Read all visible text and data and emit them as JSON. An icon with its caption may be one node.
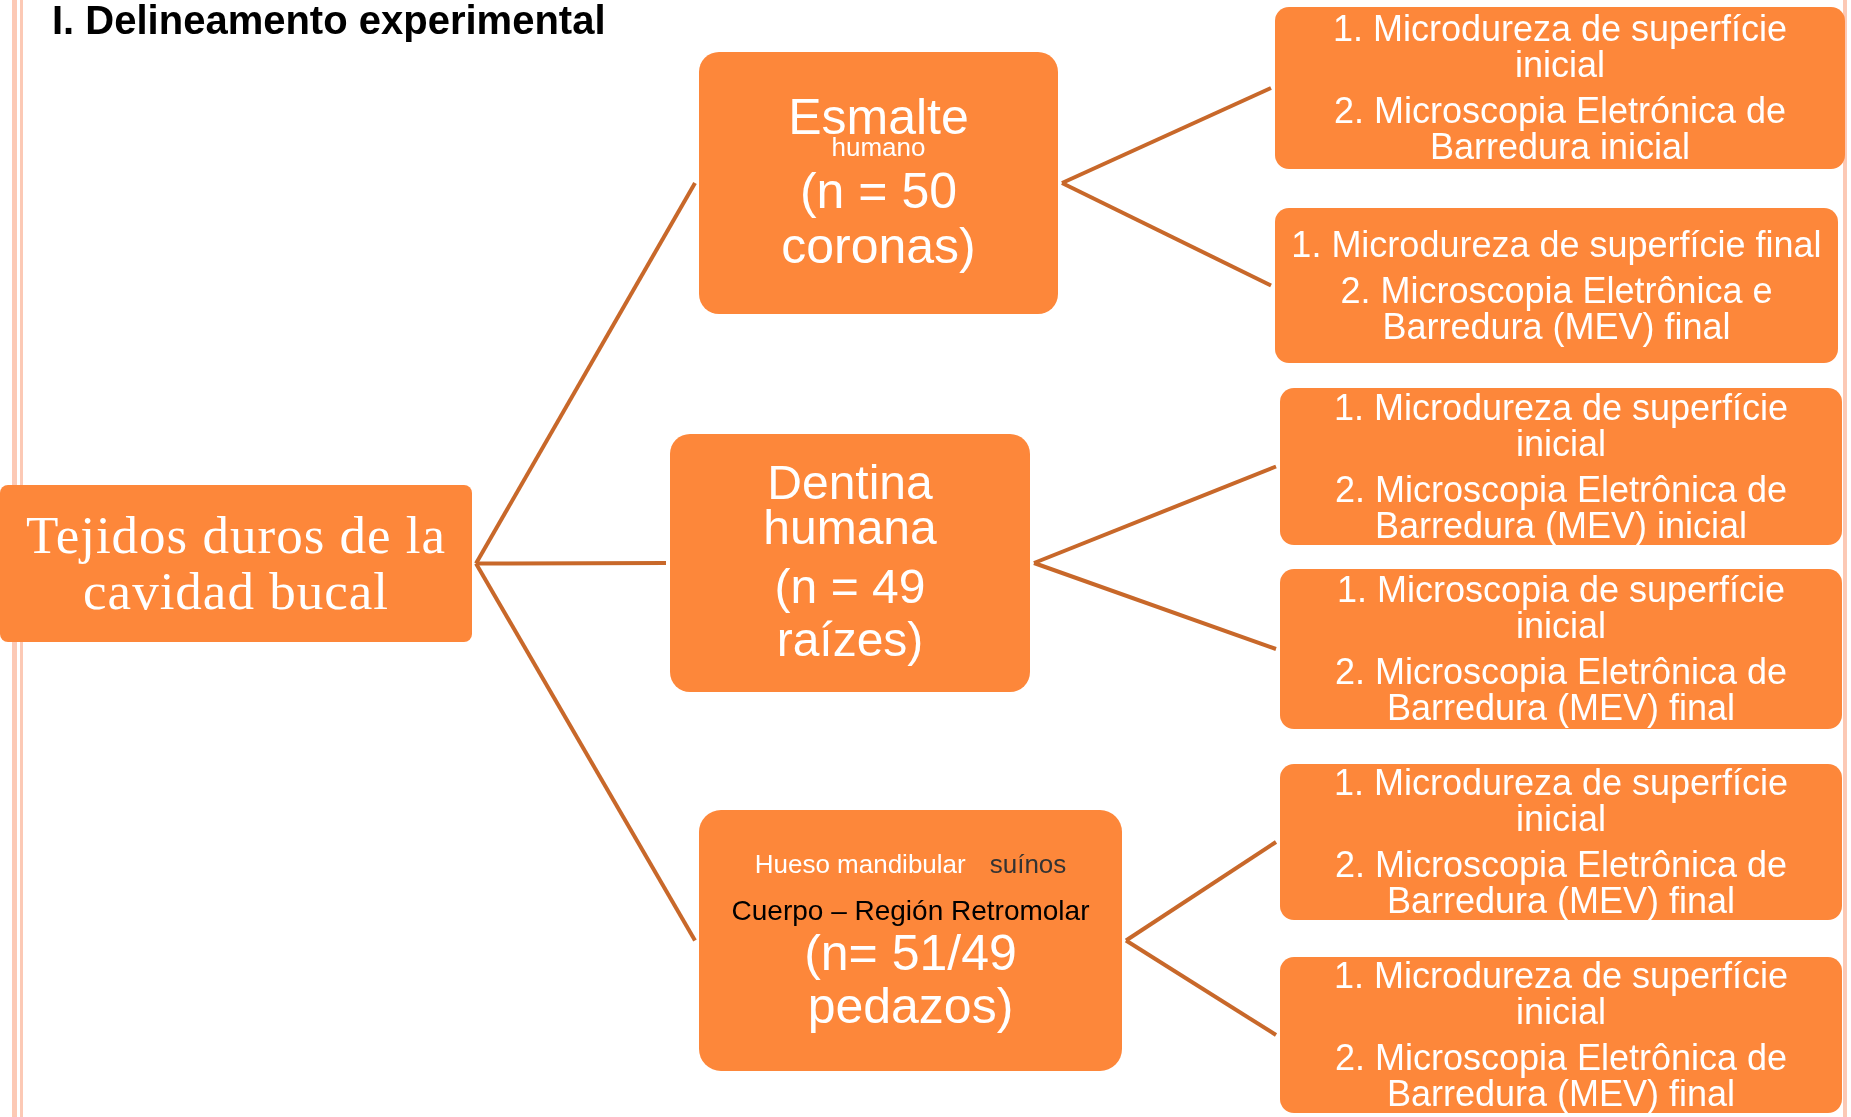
{
  "diagram": {
    "title": "I. Delineamento experimental",
    "nodes": [
      {
        "text": [
          "Tejidos duros de la cavidad bucal"
        ]
      },
      {
        "text": [
          "Esmalte",
          "humano",
          "(n = 50 coronas)"
        ]
      },
      {
        "text": [
          "Dentina humana",
          "(n = 49 raízes)"
        ]
      },
      {
        "text": [
          "Hueso mandibular",
          "suínos",
          "Cuerpo – Región Retromolar",
          "(n= 51/49 pedazos)"
        ]
      },
      {
        "text": [
          "1. Microdureza de superfície inicial",
          "2. Microscopia Eletrónica de Barredura  inicial"
        ]
      },
      {
        "text": [
          "1. Microdureza de superfície final",
          "2. Microscopia Eletrônica e Barredura (MEV) final"
        ]
      },
      {
        "text": [
          "1. Microdureza de superfície inicial",
          "2. Microscopia Eletrônica de Barredura (MEV) inicial"
        ]
      },
      {
        "text": [
          "1. Microscopia de superfície inicial",
          "2. Microscopia Eletrônica de Barredura (MEV) final"
        ]
      },
      {
        "text": [
          "1. Microdureza de superfície inicial",
          "2. Microscopia Eletrônica de Barredura (MEV) final"
        ]
      },
      {
        "text": [
          "1. Microdureza de superfície inicial",
          "2. Microscopia Eletrônica de Barredura (MEV) final"
        ]
      }
    ],
    "edges": [
      {
        "from": 0,
        "to": 1,
        "arrow": "none"
      },
      {
        "from": 0,
        "to": 2,
        "arrow": "none"
      },
      {
        "from": 0,
        "to": 3,
        "arrow": "none"
      },
      {
        "from": 1,
        "to": 4,
        "arrow": "none"
      },
      {
        "from": 1,
        "to": 5,
        "arrow": "none"
      },
      {
        "from": 2,
        "to": 6,
        "arrow": "none"
      },
      {
        "from": 2,
        "to": 7,
        "arrow": "none"
      },
      {
        "from": 3,
        "to": 8,
        "arrow": "none"
      },
      {
        "from": 3,
        "to": 9,
        "arrow": "none"
      }
    ]
  }
}
